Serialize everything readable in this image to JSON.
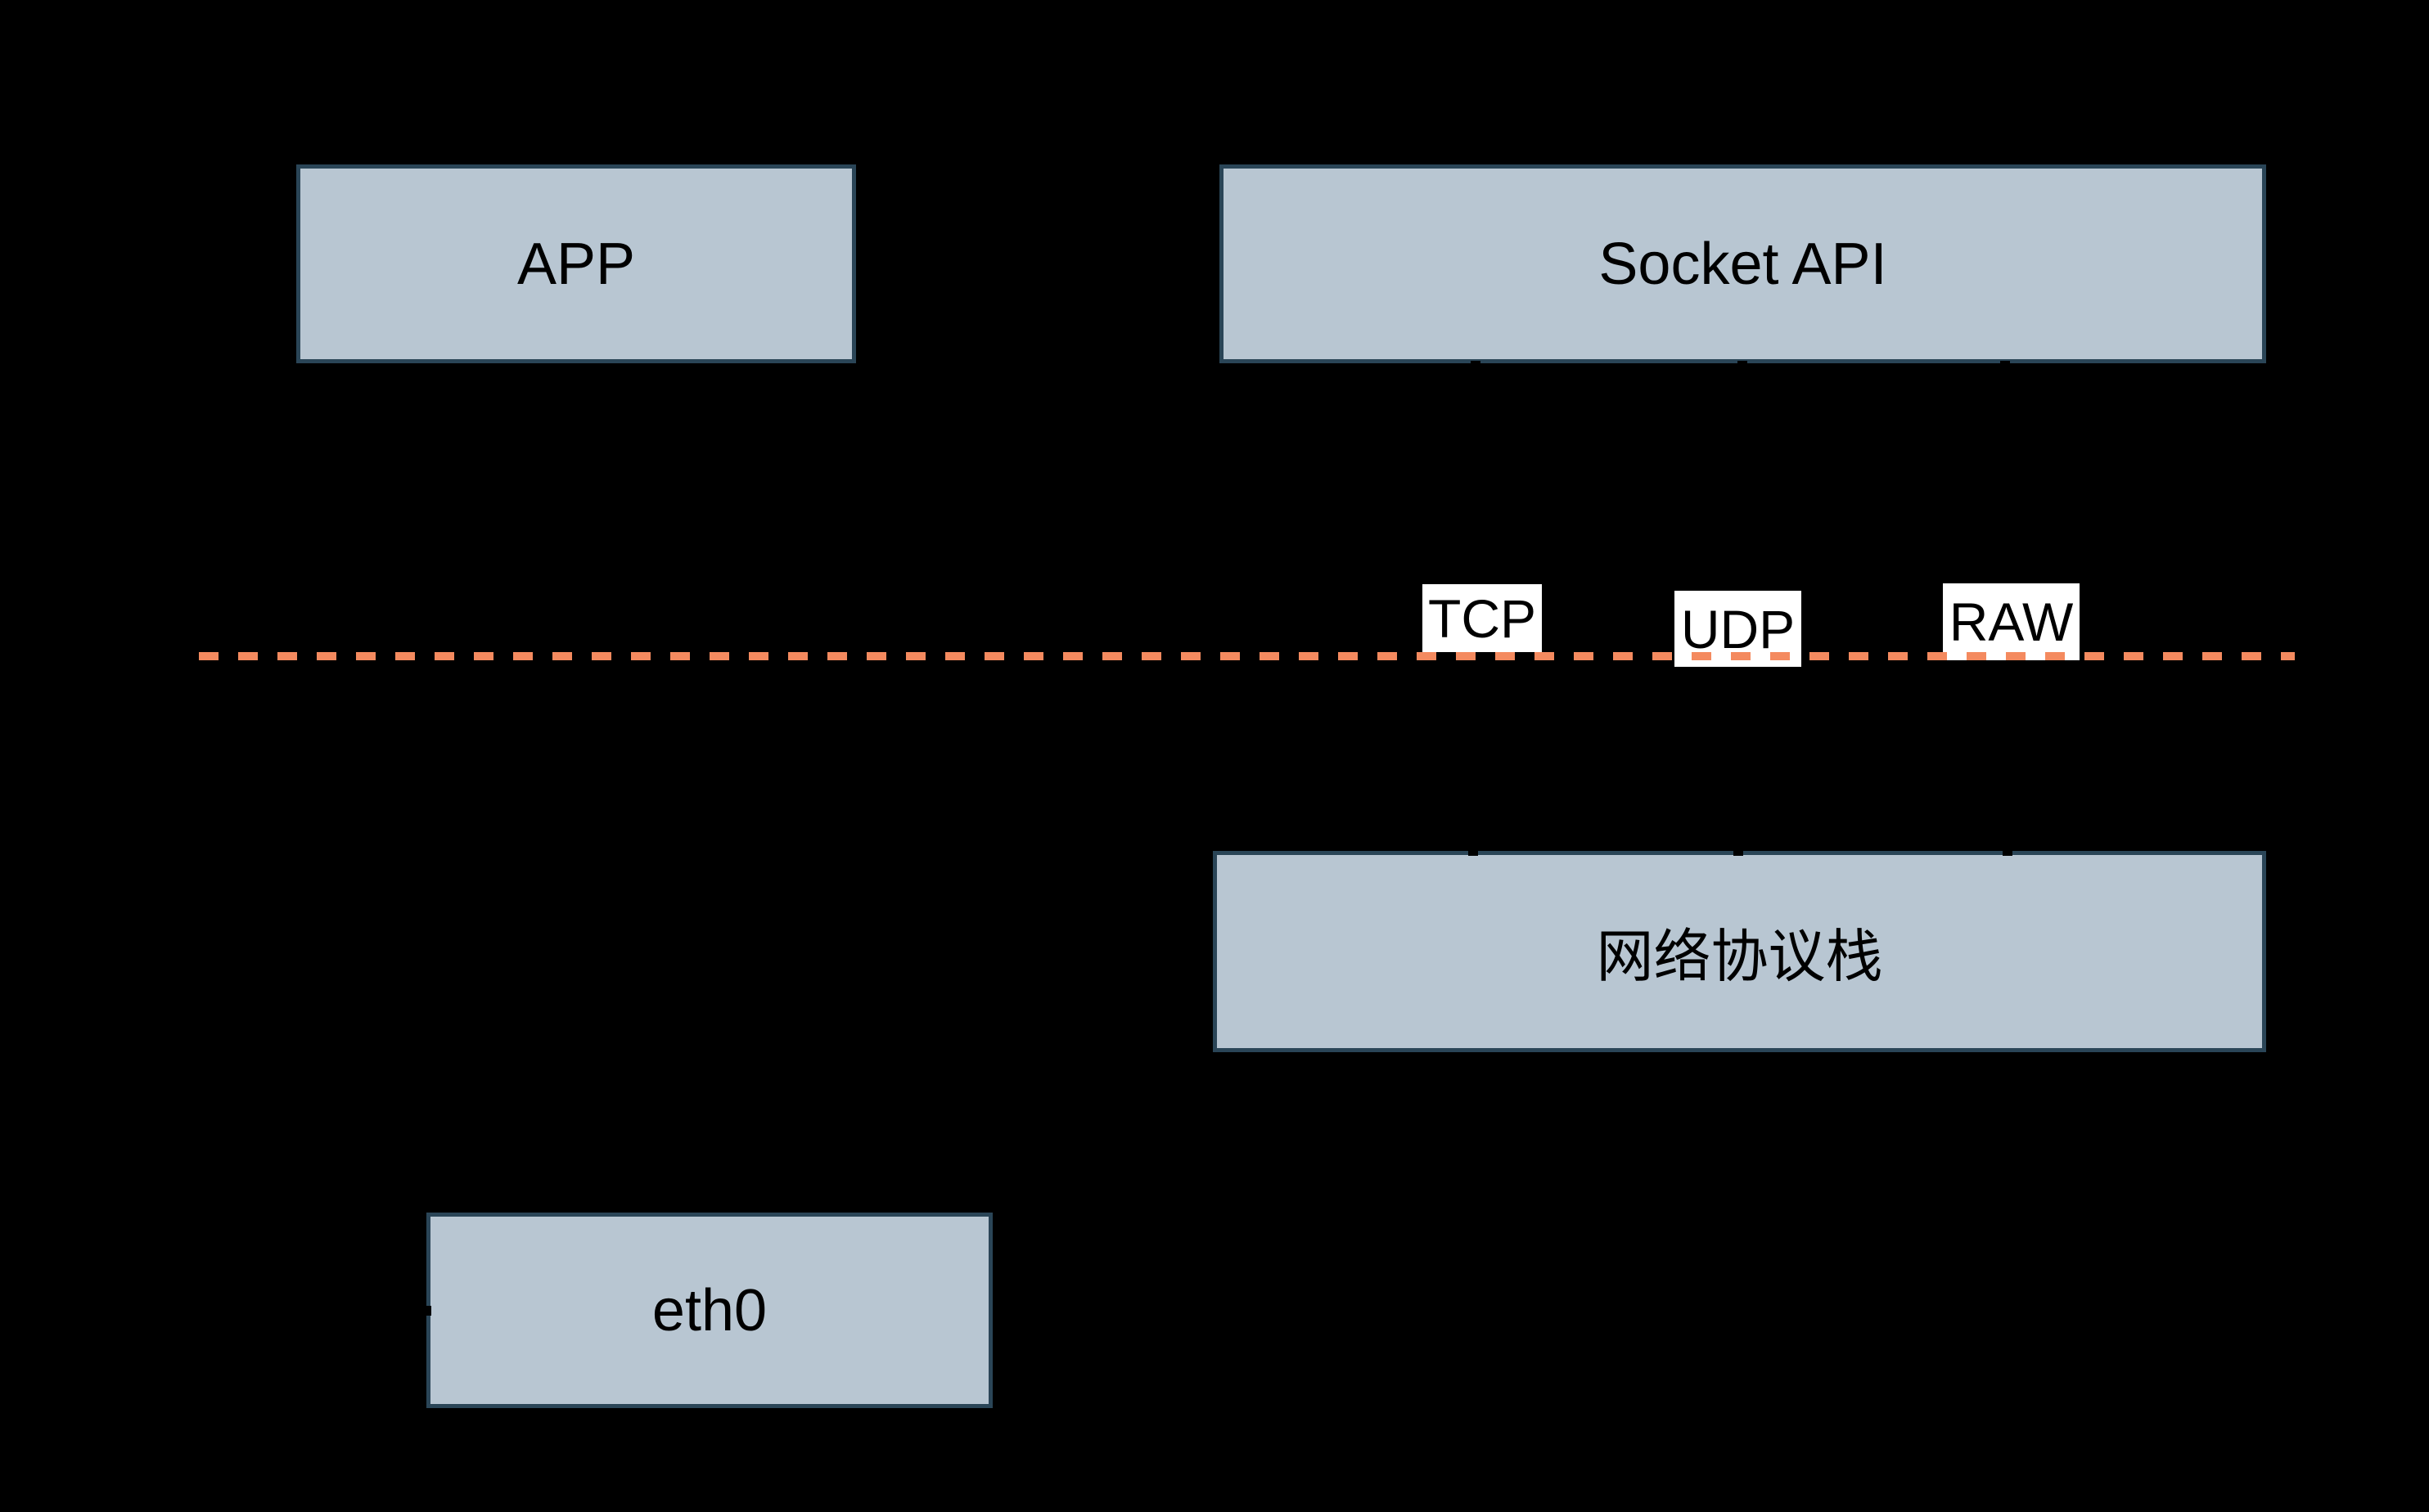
{
  "colors": {
    "background": "#000000",
    "box_fill": "#B8C6D2",
    "box_border": "#2A4557",
    "boundary_line": "#F48A5F",
    "protocol_label_bg": "#FFFFFF",
    "text": "#000000"
  },
  "boxes": {
    "app": {
      "label": "APP"
    },
    "socket_api": {
      "label": "Socket API"
    },
    "protocol_stack": {
      "label": "网络协议栈"
    },
    "eth0": {
      "label": "eth0"
    }
  },
  "protocol_labels": {
    "tcp": "TCP",
    "udp": "UDP",
    "raw": "RAW"
  }
}
